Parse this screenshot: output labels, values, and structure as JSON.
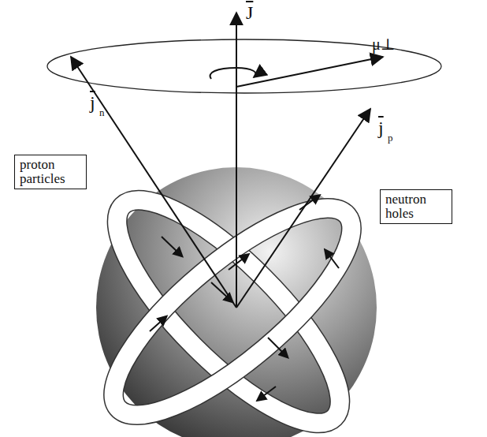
{
  "diagram": {
    "nodes": [
      {
        "text": [
          "proton particles"
        ]
      },
      {
        "text": [
          "neutron holes"
        ]
      }
    ],
    "labels": [
      "J",
      "μ⊥",
      "j",
      "n",
      "j",
      "p"
    ]
  }
}
